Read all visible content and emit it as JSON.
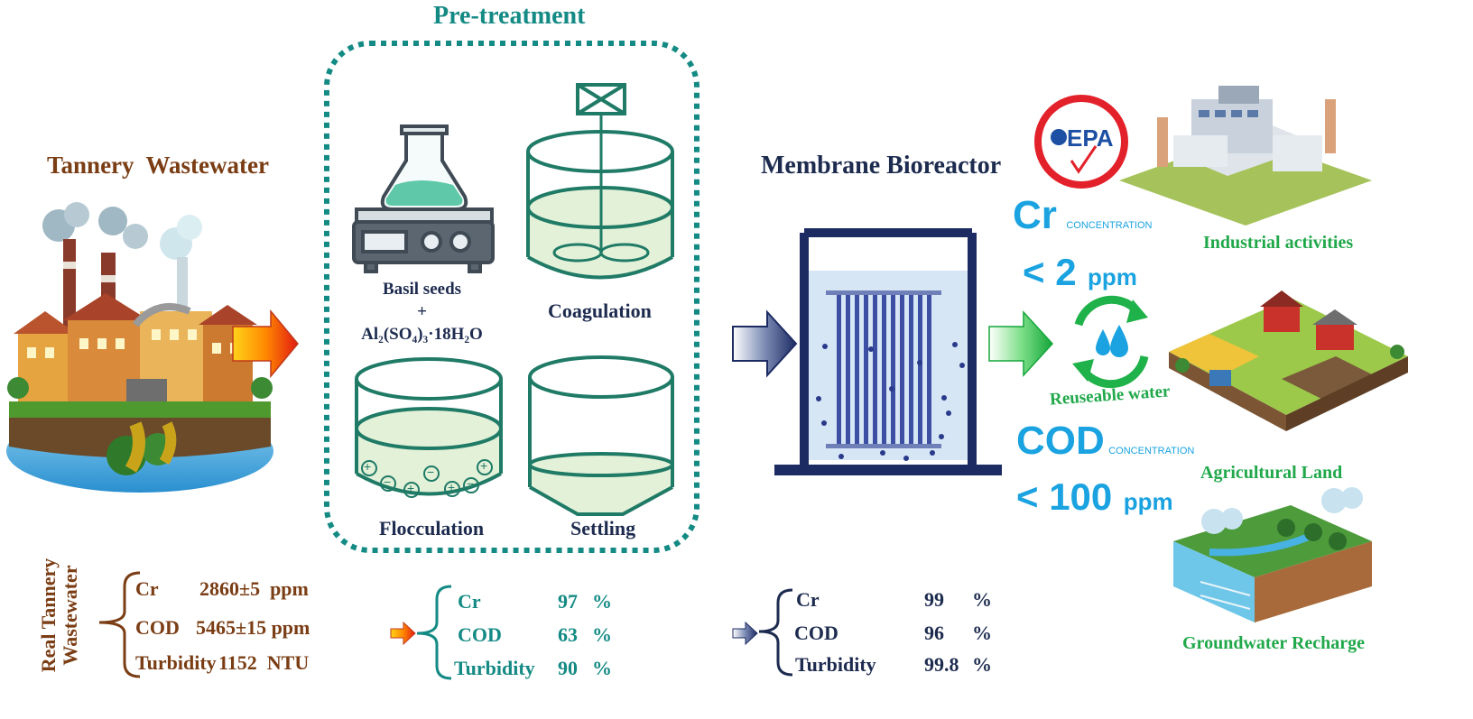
{
  "titles": {
    "pretreatment": "Pre-treatment",
    "tannery": "Tannery  Wastewater",
    "mbr": "Membrane Bioreactor"
  },
  "pretreatment": {
    "basil_line1": "Basil seeds",
    "basil_line2": "+",
    "basil_line3": "Al₂(SO₄)₃·18H₂O",
    "coagulation": "Coagulation",
    "flocculation": "Flocculation",
    "settling": "Settling"
  },
  "real_wastewater": {
    "label_line1": "Real Tannery",
    "label_line2": "Wastewater",
    "rows": [
      {
        "name": "Cr",
        "value": "2860±5  ppm"
      },
      {
        "name": "COD",
        "value": "5465±15 ppm"
      },
      {
        "name": "Turbidity",
        "value": "1152  NTU"
      }
    ]
  },
  "pretreatment_removal": {
    "rows": [
      {
        "name": "Cr",
        "value": "97",
        "unit": "%"
      },
      {
        "name": "COD",
        "value": "63",
        "unit": "%"
      },
      {
        "name": "Turbidity",
        "value": "90",
        "unit": "%"
      }
    ]
  },
  "mbr_removal": {
    "rows": [
      {
        "name": "Cr",
        "value": "99",
        "unit": "%"
      },
      {
        "name": "COD",
        "value": "96",
        "unit": "%"
      },
      {
        "name": "Turbidity",
        "value": "99.8",
        "unit": "%"
      }
    ]
  },
  "limits": {
    "cr_symbol": "Cr",
    "cr_sub": "CONCENTRATION",
    "cr_value": "< 2",
    "cr_unit": "ppm",
    "cod_symbol": "COD",
    "cod_sub": "CONCENTRATION",
    "cod_value": "< 100",
    "cod_unit": "ppm"
  },
  "epa_logo": "EPA",
  "reuse": {
    "reusable": "Reuseable water",
    "industrial": "Industrial activities",
    "agricultural": "Agricultural Land",
    "groundwater": "Groundwater Recharge"
  },
  "colors": {
    "teal": "#148a84",
    "brown": "#7a3d14",
    "navy": "#1d2b4f",
    "green": "#20a84a",
    "cyan": "#1aa3e0",
    "epa_red": "#e3212a"
  }
}
